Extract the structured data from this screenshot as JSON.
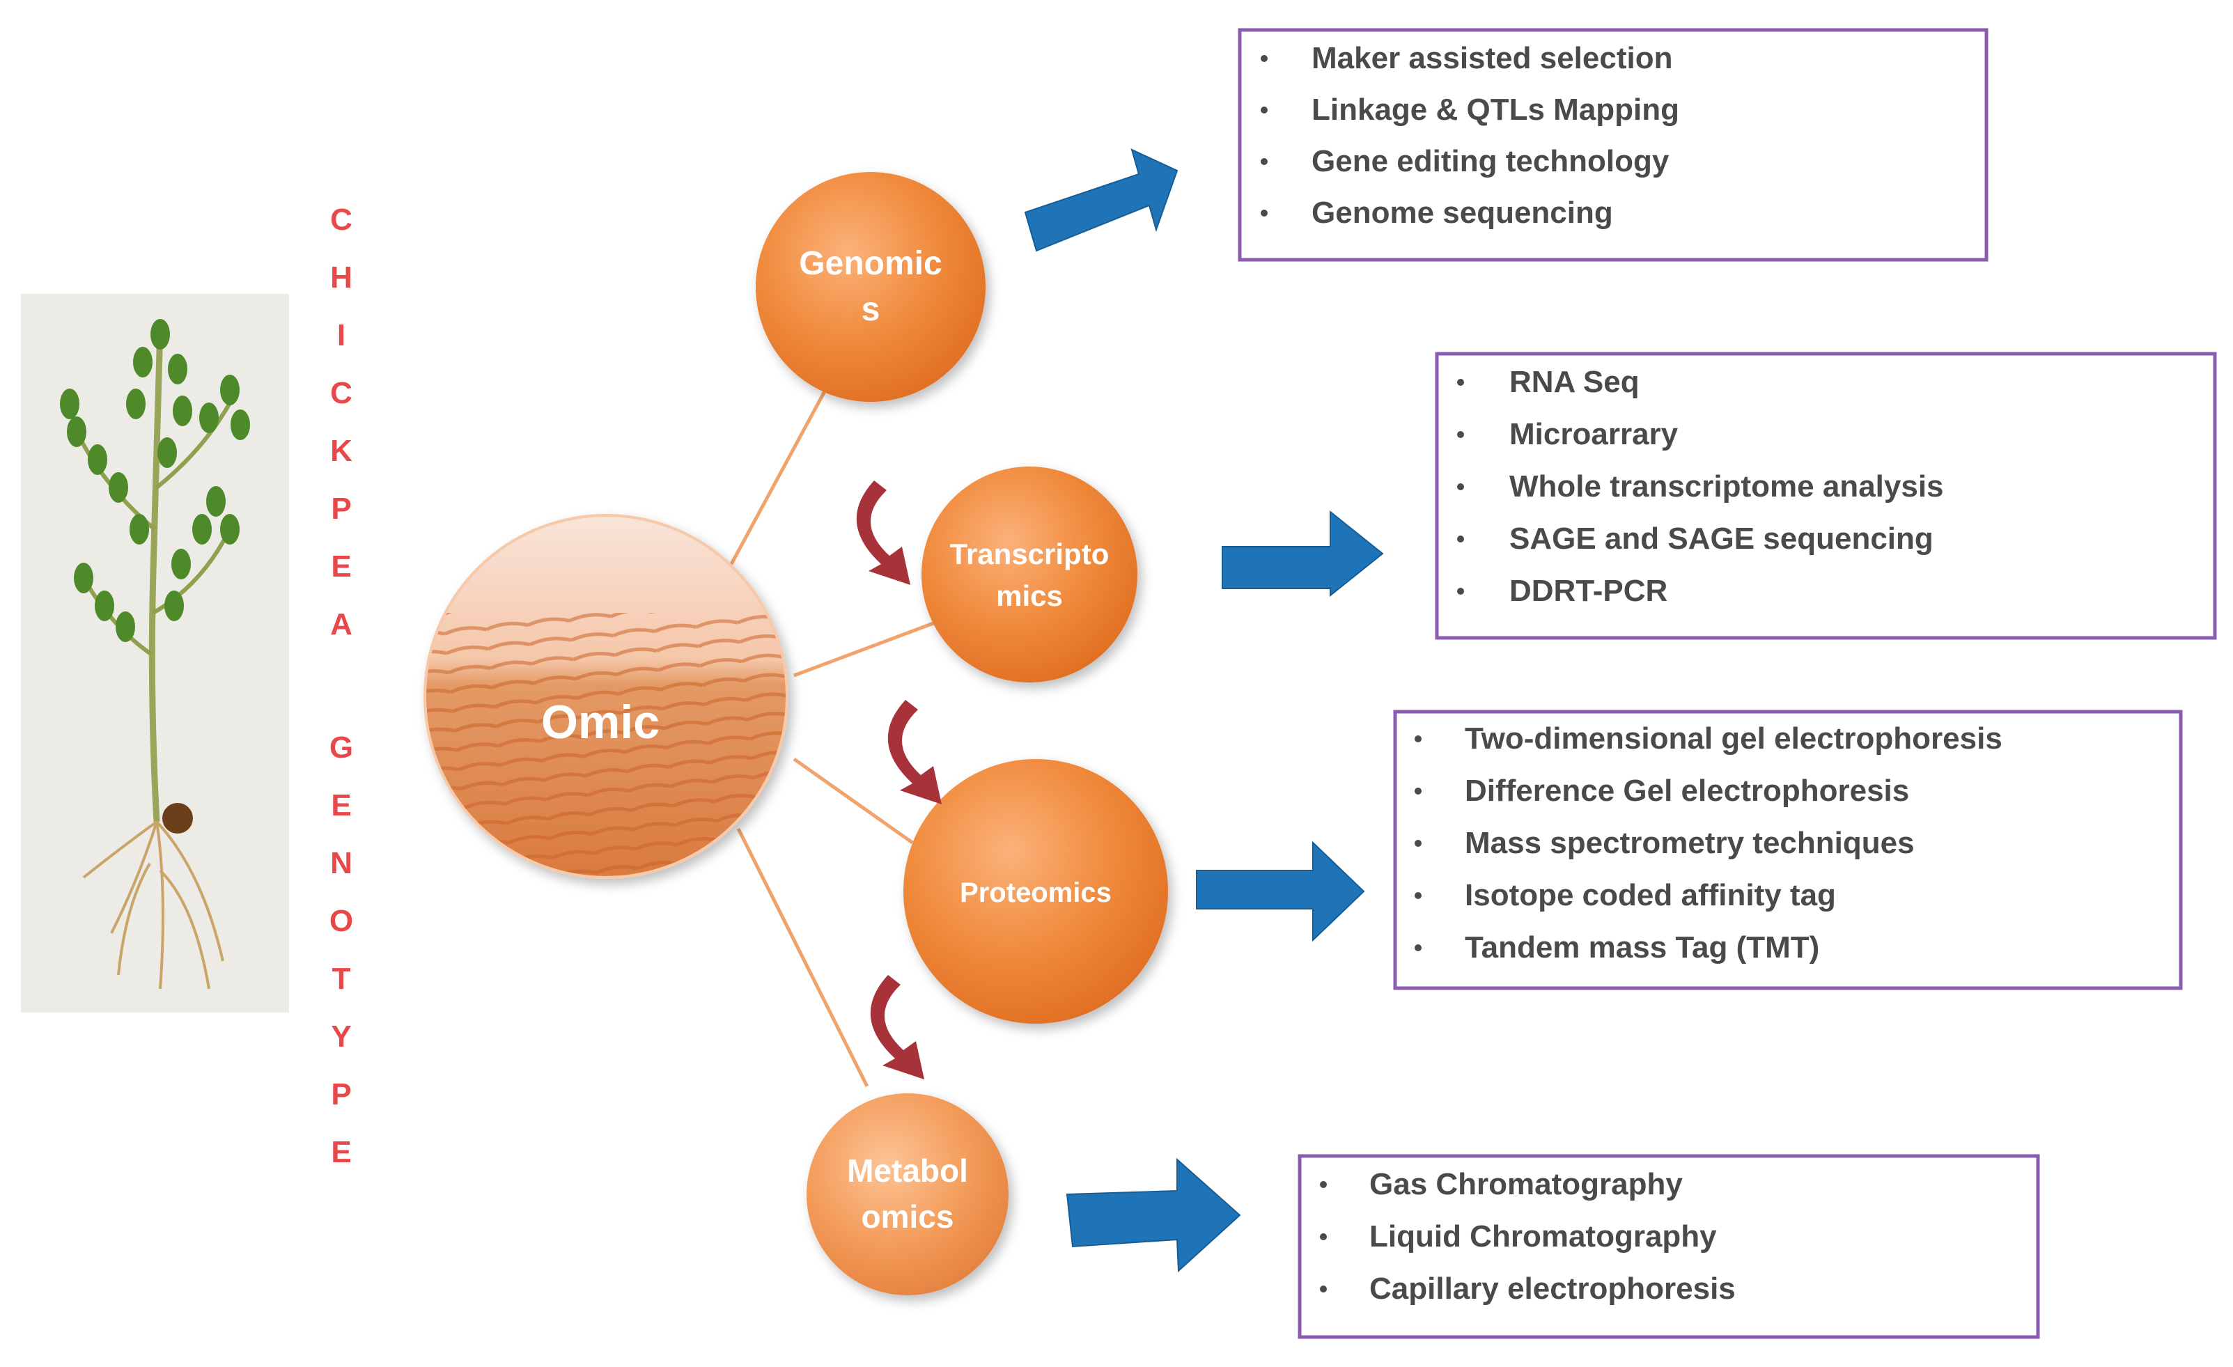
{
  "side_label": {
    "word1": "CHICKPEA",
    "word2": "GENOTYPE",
    "color": "#e8484a"
  },
  "center": {
    "label": "Omic"
  },
  "nodes": [
    {
      "id": "genomics",
      "label_lines": [
        "Genomic",
        "s"
      ]
    },
    {
      "id": "transcriptomics",
      "label_lines": [
        "Transcripto",
        "mics"
      ]
    },
    {
      "id": "proteomics",
      "label_lines": [
        "Proteomics"
      ]
    },
    {
      "id": "metabolomics",
      "label_lines": [
        "Metabol",
        "omics"
      ]
    }
  ],
  "lists": [
    {
      "id": "genomics",
      "items": [
        "Maker assisted  selection",
        "Linkage & QTLs Mapping",
        "Gene editing technology",
        "Genome sequencing"
      ]
    },
    {
      "id": "transcriptomics",
      "items": [
        "RNA Seq",
        "Microarrary",
        "Whole transcriptome  analysis",
        "SAGE and SAGE sequencing",
        "DDRT-PCR"
      ]
    },
    {
      "id": "proteomics",
      "items": [
        "Two-dimensional  gel electrophoresis",
        "Difference Gel electrophoresis",
        "Mass spectrometry techniques",
        "Isotope coded affinity tag",
        "Tandem mass Tag (TMT)"
      ]
    },
    {
      "id": "metabolomics",
      "items": [
        "Gas Chromatography",
        "Liquid Chromatography",
        "Capillary electrophoresis"
      ]
    }
  ],
  "colors": {
    "node_orange": "#f08a3c",
    "connector": "#f0a36a",
    "arrow_blue": "#1f74b8",
    "cycle_arrow_red": "#a8323a",
    "box_border": "#8a5bb0",
    "text_grey": "#4a4a4a"
  },
  "icons": {
    "plant": "chickpea-plant-photo",
    "field": "ploughed-field-photo"
  }
}
